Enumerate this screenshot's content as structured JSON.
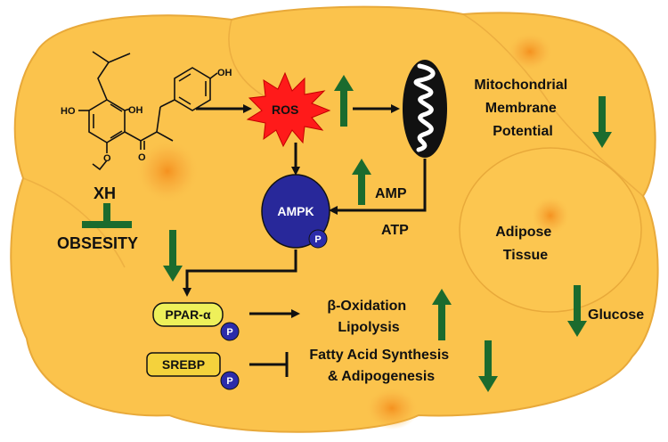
{
  "compound": {
    "name": "XH",
    "atom_labels": {
      "oh_left": "HO",
      "oh_mid": "OH",
      "oh_right": "OH",
      "carbonyl_o": "O",
      "methoxy_o": "O"
    }
  },
  "nodes": {
    "ros": "ROS",
    "ampk": "AMPK",
    "p": "P",
    "mito_potential": [
      "Mitochondrial",
      "Membrane",
      "Potential"
    ],
    "amp": "AMP",
    "atp": "ATP",
    "obesity": "OBSESITY",
    "adipose": [
      "Adipose",
      "Tissue"
    ],
    "ppar": "PPAR-α",
    "srebp": "SREBP",
    "beta_ox": [
      "β-Oxidation",
      "Lipolysis"
    ],
    "fas": [
      "Fatty Acid Synthesis",
      "& Adipogenesis"
    ],
    "glucose": "Glucose"
  },
  "colors": {
    "cell_fill": "#fbc34c",
    "cell_stroke": "#e8a93a",
    "nucleus": "#f7a030",
    "ros_fill": "#ff1a1a",
    "ampk_fill": "#28289a",
    "p_fill": "#2c2caa",
    "ppar_fill": "#eef05a",
    "srebp_fill": "#f4d23c",
    "trend_arrow": "#1b6b2e",
    "ink": "#111111"
  },
  "trends": {
    "ros": "up",
    "mito_potential": "down",
    "amp": "up",
    "obesity": "down",
    "beta_ox": "up",
    "fas": "down",
    "glucose": "down"
  }
}
